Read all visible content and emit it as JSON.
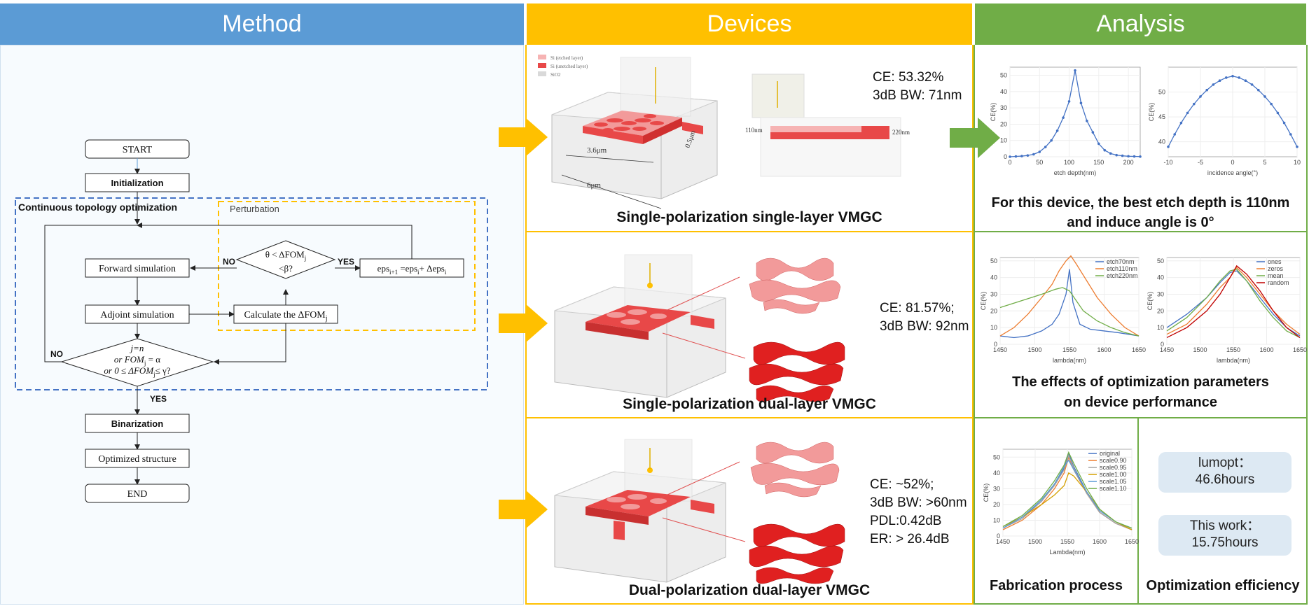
{
  "headers": {
    "method": "Method",
    "devices": "Devices",
    "analysis": "Analysis"
  },
  "colors": {
    "method": "#5b9bd5",
    "devices": "#ffc000",
    "analysis": "#70ad47",
    "device_red": "#e84848",
    "device_pink": "#f29a9a"
  },
  "flowchart": {
    "start": "START",
    "initialization": "Initialization",
    "cto_label": "Continuous topology optimization",
    "perturbation": "Perturbation",
    "forward": "Forward simulation",
    "adjoint": "Adjoint simulation",
    "calculate": "Calculate the ΔFOM",
    "calculate_sub": "j",
    "cond1_l1": "θ < ΔFOM",
    "cond1_sub": "j",
    "cond1_l2": "<β?",
    "update": "eps",
    "update_sub1": "i+1",
    "update_mid": " =eps",
    "update_sub2": "i",
    "update_mid2": "+ Δeps",
    "update_sub3": "i",
    "yes": "YES",
    "no": "NO",
    "cond2_l1": "j=n",
    "cond2_l2": "or FOM",
    "cond2_l2_sub": "j",
    "cond2_l2_end": " = α",
    "cond2_l3": "or 0 ≤ ΔFOM",
    "cond2_l3_sub": "j",
    "cond2_l3_end": "≤ γ?",
    "binarization": "Binarization",
    "optimized": "Optimized structure",
    "end": "END"
  },
  "devices": {
    "legend": [
      "Si (etched layer)",
      "Si (unetched layer)",
      "SiO2"
    ],
    "dim_36": "3.6μm",
    "dim_6": "6μm",
    "dim_05": "0.5μm",
    "dim_110": "110nm",
    "dim_220": "220nm",
    "device1": {
      "caption": "Single-polarization single-layer VMGC",
      "metrics": [
        "CE: 53.32%",
        "3dB BW: 71nm"
      ]
    },
    "device2": {
      "caption": "Single-polarization dual-layer VMGC",
      "metrics": [
        "CE: 81.57%;",
        "3dB BW: 92nm"
      ]
    },
    "device3": {
      "caption": "Dual-polarization dual-layer VMGC",
      "metrics": [
        "CE: ~52%;",
        "3dB BW: >60nm",
        "PDL:0.42dB",
        "ER: > 26.4dB"
      ]
    }
  },
  "analysis": {
    "row1_caption_l1": "For this device, the best etch depth is 110nm",
    "row1_caption_l2": "and induce angle is 0°",
    "row2_caption_l1": "The effects of optimization parameters",
    "row2_caption_l2": "on device performance",
    "row3_caption_left": "Fabrication process",
    "row3_caption_right": "Optimization efficiency",
    "lumopt_l1": "lumopt：",
    "lumopt_l2": "46.6hours",
    "thiswork_l1": "This work：",
    "thiswork_l2": "15.75hours"
  },
  "chart_data": [
    {
      "type": "line",
      "xlabel": "etch depth(nm)",
      "ylabel": "CE(%)",
      "xlim": [
        0,
        220
      ],
      "ylim": [
        0,
        55
      ],
      "xticks": [
        0,
        50,
        100,
        150,
        200
      ],
      "yticks": [
        0,
        10,
        20,
        30,
        40,
        50
      ],
      "series": [
        {
          "color": "#4472c4",
          "x": [
            0,
            10,
            20,
            30,
            40,
            50,
            60,
            70,
            80,
            90,
            100,
            110,
            120,
            130,
            140,
            150,
            160,
            170,
            180,
            190,
            200,
            210,
            220
          ],
          "values": [
            0,
            0.2,
            0.4,
            0.8,
            1.5,
            3,
            6,
            10,
            16,
            24,
            34,
            53,
            33,
            22,
            15,
            8,
            4,
            2,
            1,
            0.6,
            0.3,
            0.2,
            0.1
          ]
        }
      ]
    },
    {
      "type": "line",
      "xlabel": "incidence angle(°)",
      "ylabel": "CE(%)",
      "xlim": [
        -10,
        10
      ],
      "ylim": [
        37,
        55
      ],
      "xticks": [
        -10,
        -5,
        0,
        5,
        10
      ],
      "yticks": [
        40,
        45,
        50
      ],
      "series": [
        {
          "color": "#4472c4",
          "x": [
            -10,
            -9,
            -8,
            -7,
            -6,
            -5,
            -4,
            -3,
            -2,
            -1,
            0,
            1,
            2,
            3,
            4,
            5,
            6,
            7,
            8,
            9,
            10
          ],
          "values": [
            39,
            41.5,
            43.8,
            45.8,
            47.6,
            49.1,
            50.4,
            51.5,
            52.3,
            52.9,
            53.2,
            52.9,
            52.3,
            51.5,
            50.4,
            49.1,
            47.6,
            45.8,
            43.8,
            41.5,
            39
          ]
        }
      ]
    },
    {
      "type": "line",
      "xlabel": "lambda(nm)",
      "ylabel": "CE(%)",
      "xlim": [
        1450,
        1650
      ],
      "ylim": [
        0,
        52
      ],
      "xticks": [
        1450,
        1500,
        1550,
        1600,
        1650
      ],
      "yticks": [
        0,
        10,
        20,
        30,
        40,
        50
      ],
      "series": [
        {
          "name": "etch70nm",
          "color": "#4472c4",
          "x": [
            1450,
            1470,
            1490,
            1510,
            1525,
            1535,
            1545,
            1550,
            1555,
            1565,
            1580,
            1600,
            1620,
            1650
          ],
          "values": [
            5,
            4,
            5,
            8,
            12,
            18,
            30,
            45,
            25,
            12,
            9,
            8,
            7,
            5
          ]
        },
        {
          "name": "etch110nm",
          "color": "#ed7d31",
          "x": [
            1450,
            1470,
            1490,
            1510,
            1525,
            1535,
            1545,
            1552,
            1560,
            1575,
            1590,
            1610,
            1630,
            1650
          ],
          "values": [
            5,
            10,
            18,
            28,
            36,
            44,
            50,
            53,
            48,
            38,
            28,
            18,
            10,
            5
          ]
        },
        {
          "name": "etch220nm",
          "color": "#70ad47",
          "x": [
            1450,
            1480,
            1510,
            1530,
            1540,
            1550,
            1560,
            1570,
            1590,
            1610,
            1630,
            1650
          ],
          "values": [
            22,
            26,
            30,
            33,
            34,
            32,
            26,
            20,
            14,
            10,
            7,
            5
          ]
        }
      ]
    },
    {
      "type": "line",
      "xlabel": "lambda(nm)",
      "ylabel": "CE(%)",
      "xlim": [
        1450,
        1650
      ],
      "ylim": [
        0,
        52
      ],
      "xticks": [
        1450,
        1500,
        1550,
        1600,
        1650
      ],
      "yticks": [
        0,
        10,
        20,
        30,
        40,
        50
      ],
      "series": [
        {
          "name": "ones",
          "color": "#4472c4",
          "x": [
            1450,
            1480,
            1510,
            1530,
            1545,
            1555,
            1570,
            1590,
            1610,
            1630,
            1650
          ],
          "values": [
            10,
            18,
            28,
            37,
            43,
            44,
            38,
            28,
            18,
            10,
            5
          ]
        },
        {
          "name": "zeros",
          "color": "#ed7d31",
          "x": [
            1450,
            1480,
            1510,
            1530,
            1545,
            1555,
            1570,
            1590,
            1610,
            1630,
            1650
          ],
          "values": [
            6,
            12,
            24,
            34,
            40,
            46,
            40,
            30,
            20,
            12,
            6
          ]
        },
        {
          "name": "mean",
          "color": "#70ad47",
          "x": [
            1450,
            1480,
            1510,
            1530,
            1545,
            1555,
            1570,
            1590,
            1610,
            1630,
            1650
          ],
          "values": [
            8,
            16,
            28,
            38,
            44,
            45,
            38,
            26,
            16,
            8,
            4
          ]
        },
        {
          "name": "random",
          "color": "#c00000",
          "x": [
            1450,
            1480,
            1510,
            1530,
            1545,
            1555,
            1570,
            1590,
            1610,
            1630,
            1650
          ],
          "values": [
            4,
            10,
            20,
            30,
            40,
            47,
            42,
            32,
            20,
            10,
            4
          ]
        }
      ]
    },
    {
      "type": "line",
      "xlabel": "Lambda(nm)",
      "ylabel": "CE(%)",
      "xlim": [
        1450,
        1650
      ],
      "ylim": [
        0,
        55
      ],
      "xticks": [
        1450,
        1500,
        1550,
        1600,
        1650
      ],
      "yticks": [
        0,
        10,
        20,
        30,
        40,
        50
      ],
      "series": [
        {
          "name": "original",
          "color": "#4472c4",
          "x": [
            1450,
            1480,
            1510,
            1530,
            1545,
            1552,
            1560,
            1580,
            1600,
            1625,
            1650
          ],
          "values": [
            5,
            12,
            22,
            33,
            43,
            52,
            44,
            28,
            15,
            8,
            4
          ]
        },
        {
          "name": "scale0.90",
          "color": "#ed7d31",
          "x": [
            1450,
            1480,
            1510,
            1530,
            1545,
            1552,
            1560,
            1580,
            1600,
            1625,
            1650
          ],
          "values": [
            4,
            10,
            20,
            30,
            40,
            50,
            42,
            27,
            15,
            8,
            4
          ]
        },
        {
          "name": "scale0.95",
          "color": "#a5a5a5",
          "x": [
            1450,
            1480,
            1510,
            1530,
            1545,
            1552,
            1560,
            1580,
            1600,
            1625,
            1650
          ],
          "values": [
            5,
            11,
            22,
            32,
            42,
            51,
            43,
            27,
            15,
            8,
            4
          ]
        },
        {
          "name": "scale1.00",
          "color": "#d4a000",
          "x": [
            1450,
            1480,
            1510,
            1530,
            1545,
            1552,
            1560,
            1580,
            1600,
            1625,
            1650
          ],
          "values": [
            6,
            12,
            20,
            26,
            32,
            40,
            38,
            28,
            17,
            9,
            4
          ]
        },
        {
          "name": "scale1.05",
          "color": "#5b9bd5",
          "x": [
            1450,
            1480,
            1510,
            1530,
            1545,
            1552,
            1560,
            1580,
            1600,
            1625,
            1650
          ],
          "values": [
            5,
            12,
            23,
            33,
            44,
            48,
            42,
            28,
            16,
            9,
            5
          ]
        },
        {
          "name": "scale1.10",
          "color": "#70ad47",
          "x": [
            1450,
            1480,
            1510,
            1530,
            1545,
            1552,
            1560,
            1580,
            1600,
            1625,
            1650
          ],
          "values": [
            6,
            13,
            24,
            35,
            45,
            53,
            46,
            30,
            17,
            9,
            5
          ]
        }
      ]
    }
  ]
}
